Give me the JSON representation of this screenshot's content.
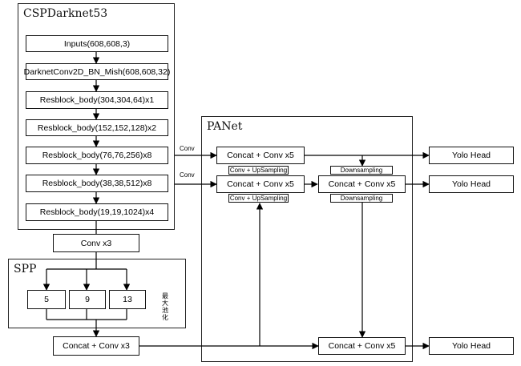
{
  "groups": {
    "backbone_title": "CSPDarknet53",
    "panet_title": "PANet",
    "spp_title": "SPP"
  },
  "backbone": {
    "inputs": "Inputs(608,608,3)",
    "conv_bn_mish": "DarknetConv2D_BN_Mish(608,608,32)",
    "res1": "Resblock_body(304,304,64)x1",
    "res2": "Resblock_body(152,152,128)x2",
    "res3": "Resblock_body(76,76,256)x8",
    "res4": "Resblock_body(38,38,512)x8",
    "res5": "Resblock_body(19,19,1024)x4"
  },
  "conv_labels": {
    "top": "Conv",
    "bottom": "Conv"
  },
  "neck": {
    "conv_x3": "Conv x3",
    "spp_k5": "5",
    "spp_k9": "9",
    "spp_k13": "13",
    "spp_note": "最大池化",
    "concat_conv_x3": "Concat + Conv x3"
  },
  "panet": {
    "concat_top_left": "Concat + Conv x5",
    "concat_mid_left": "Concat + Conv x5",
    "concat_mid_right": "Concat + Conv x5",
    "concat_bottom_right": "Concat + Conv x5",
    "upsample_top": "Conv + UpSampling",
    "upsample_mid": "Conv + UpSampling",
    "downsample_top": "Downsampling",
    "downsample_mid": "Downsampling"
  },
  "heads": {
    "head1": "Yolo Head",
    "head2": "Yolo Head",
    "head3": "Yolo Head"
  }
}
